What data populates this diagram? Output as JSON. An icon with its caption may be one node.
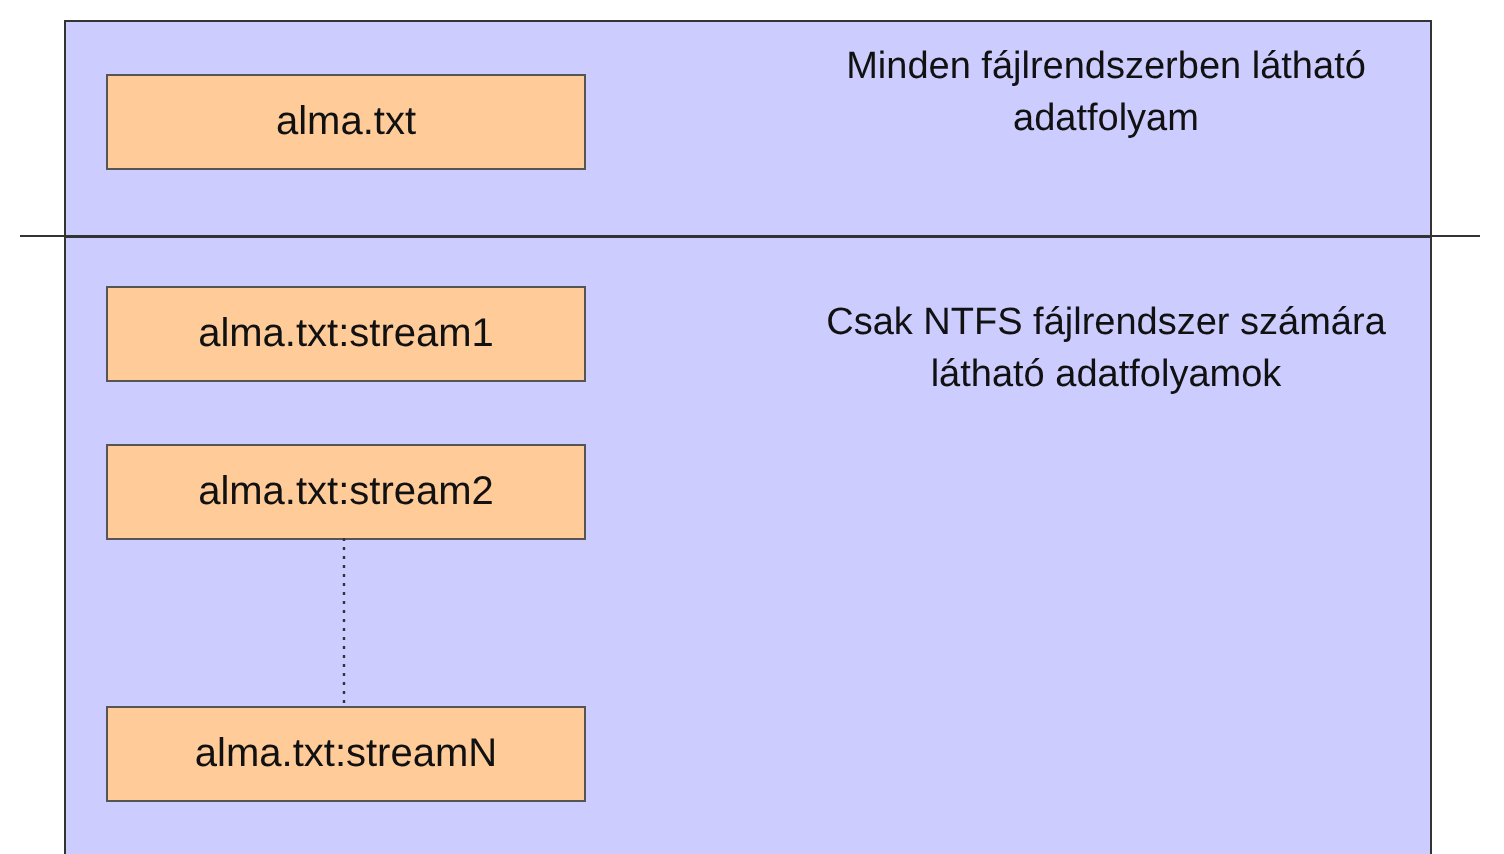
{
  "diagram": {
    "nodes": [
      {
        "text": [
          "Minden fájlrendszerben látható adatfolyam"
        ]
      },
      {
        "text": [
          "alma.txt"
        ],
        "in": 0
      },
      {
        "text": [
          "Csak NTFS fájlrendszer számára látható adatfolyamok"
        ]
      },
      {
        "text": [
          "alma.txt:stream1"
        ],
        "in": 2
      },
      {
        "text": [
          "alma.txt:stream2"
        ],
        "in": 2
      },
      {
        "text": [
          "alma.txt:streamN"
        ],
        "in": 2
      }
    ],
    "edges": [
      {
        "from": 4,
        "to": 5,
        "arrow": "none",
        "style": "dashed"
      }
    ]
  }
}
